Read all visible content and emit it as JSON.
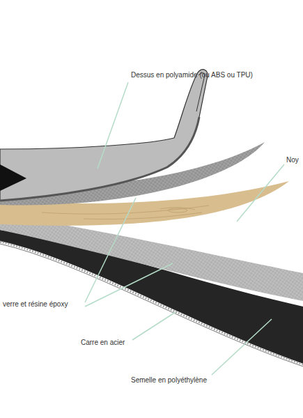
{
  "diagram": {
    "labels": [
      "Dessus en polyamide (ou ABS ou TPU)",
      "Noy",
      "verre et résine époxy",
      "Carre en acier",
      "Semelle en polyéthylène"
    ]
  }
}
